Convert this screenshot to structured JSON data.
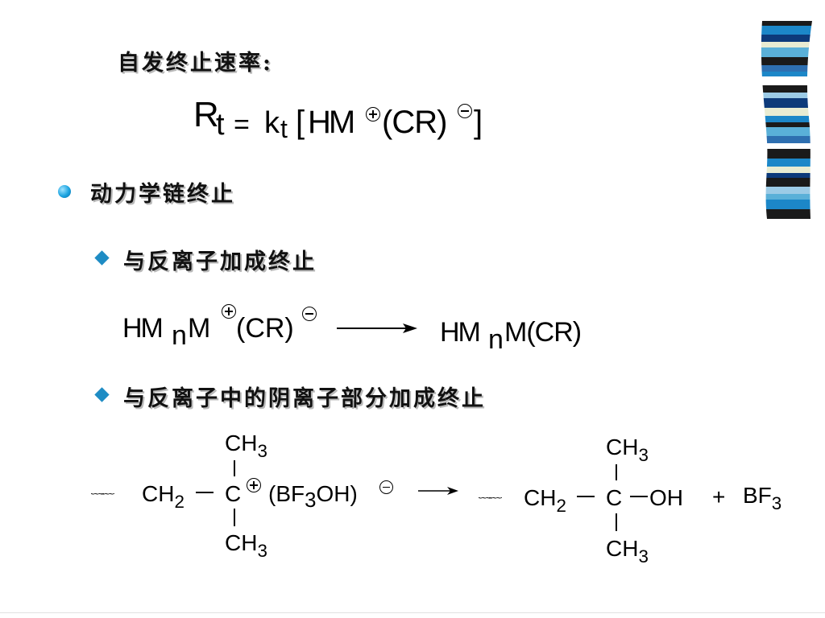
{
  "heading": {
    "title": "自发终止速率:"
  },
  "rate_equation": {
    "R": "R",
    "R_sub": "t",
    "equals": "=",
    "k": "k",
    "k_sub": "t",
    "bracket_open": "[",
    "HM": "HM",
    "CR": "(CR)",
    "bracket_close": "]"
  },
  "bullets": {
    "kinetic_chain": "动力学链终止",
    "counterion_addition": "与反离子加成终止",
    "anion_fragment_addition": "与反离子中的阴离子部分加成终止"
  },
  "reaction1": {
    "left_HM": "HM",
    "left_n": "n",
    "left_M": "M",
    "left_CR": "(CR)",
    "right_HM": "HM",
    "right_n": "n",
    "right_MCR": "M(CR)"
  },
  "reaction2": {
    "wave": "﹏﹏",
    "ch2": "CH",
    "ch2_sub": "2",
    "c": "C",
    "ch3_top": "CH",
    "ch3_top_sub": "3",
    "ch3_bottom": "CH",
    "ch3_bottom_sub": "3",
    "counterion_open": "(BF",
    "counterion_sub": "3",
    "counterion_close": "OH)",
    "p_wave": "﹏﹏",
    "p_ch2": "CH",
    "p_ch2_sub": "2",
    "p_c": "C",
    "p_oh": "OH",
    "p_ch3_top": "CH",
    "p_ch3_top_sub": "3",
    "p_ch3_bottom": "CH",
    "p_ch3_bottom_sub": "3",
    "plus": "+",
    "bf": "BF",
    "bf_sub": "3"
  },
  "decoration": {
    "icon": "striped-ribbon-icon",
    "stripe_colors": [
      "#1a1a1a",
      "#e9ecd2",
      "#1c87c8",
      "#5ab0d8",
      "#0d3a7a",
      "#ffffff",
      "#2e6fb0",
      "#9ccbe6"
    ]
  }
}
